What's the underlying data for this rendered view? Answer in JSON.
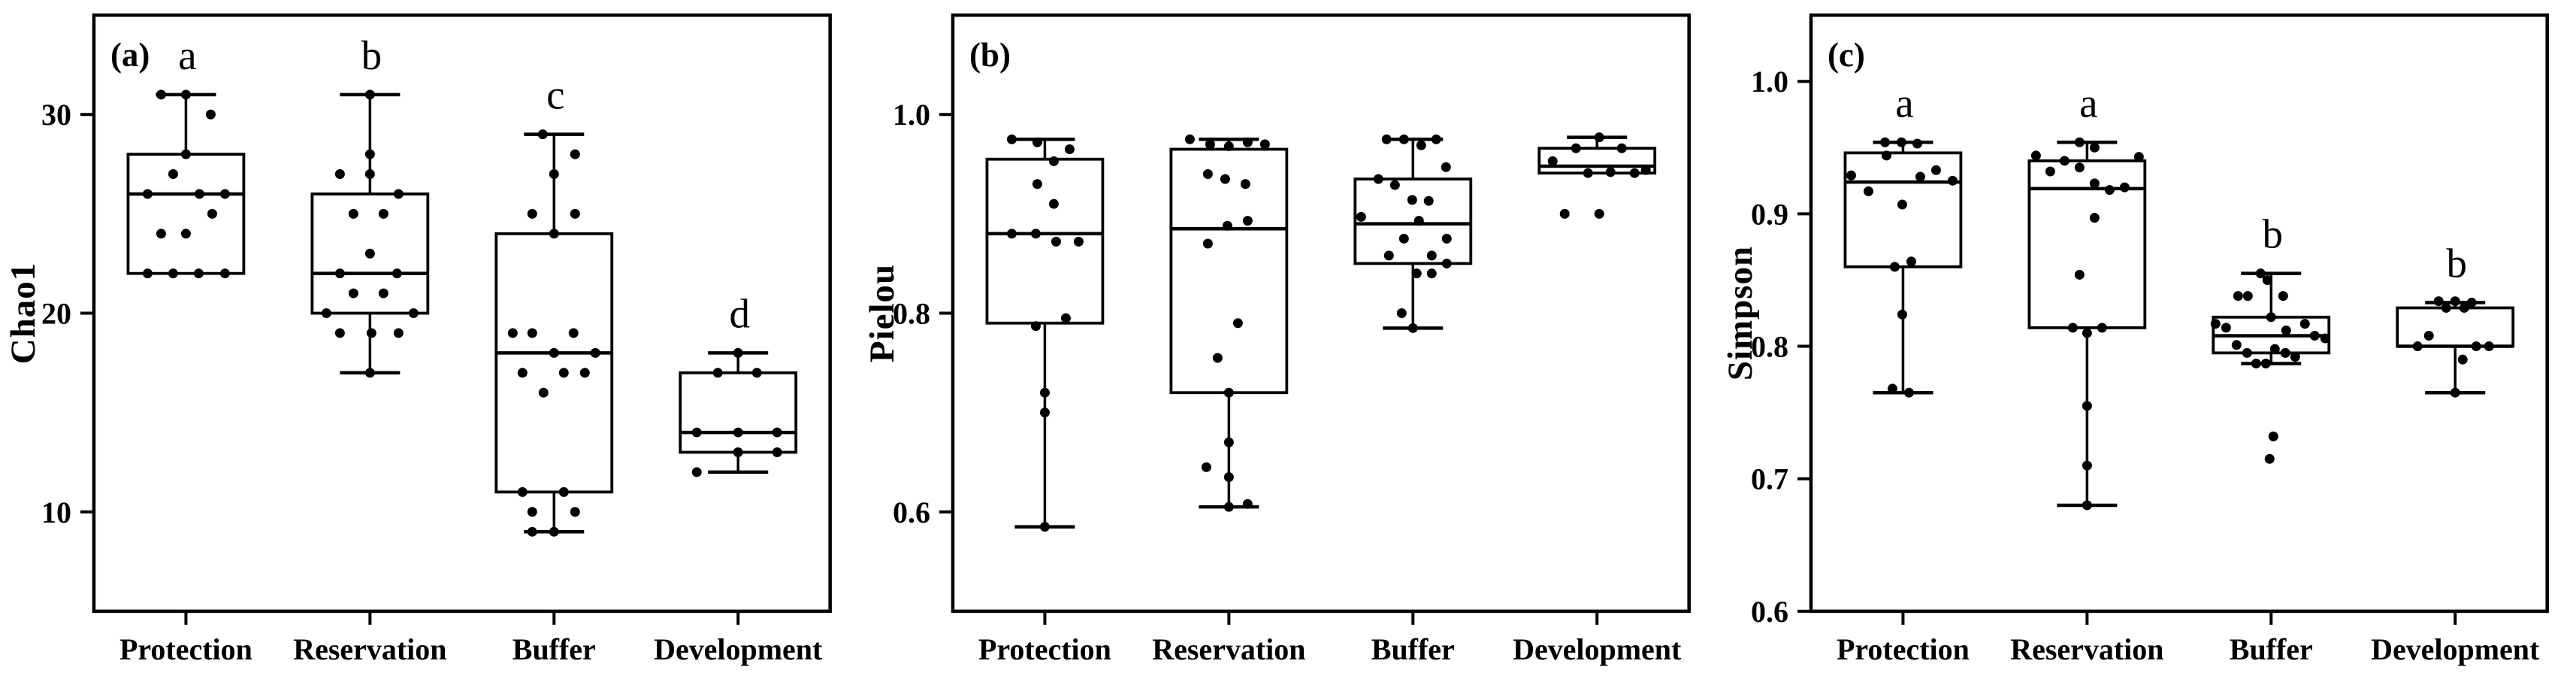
{
  "figure": {
    "background_color": "#ffffff",
    "ink_color": "#000000",
    "panel_count": 3
  },
  "chart_data": [
    {
      "type": "box",
      "panel_label": "(a)",
      "ylabel": "Chao1",
      "ylim": [
        5,
        35
      ],
      "yticks": [
        10,
        20,
        30
      ],
      "ytick_labels": [
        "10",
        "20",
        "30"
      ],
      "grid": false,
      "categories": [
        "Protection",
        "Reservation",
        "Buffer",
        "Development"
      ],
      "groups": [
        {
          "category": "Protection",
          "sig_letter": "a",
          "box": {
            "q1": 22,
            "median": 26,
            "q3": 28,
            "whisker_low": 22,
            "whisker_high": 31
          },
          "points": [
            [
              -33,
              31
            ],
            [
              0,
              31
            ],
            [
              33,
              30
            ],
            [
              0,
              28
            ],
            [
              -17,
              27
            ],
            [
              -51,
              26
            ],
            [
              18,
              26
            ],
            [
              52,
              26
            ],
            [
              35,
              25
            ],
            [
              -33,
              24
            ],
            [
              0,
              24
            ],
            [
              -51,
              22
            ],
            [
              -17,
              22
            ],
            [
              17,
              22
            ],
            [
              52,
              22
            ]
          ]
        },
        {
          "category": "Reservation",
          "sig_letter": "b",
          "box": {
            "q1": 20,
            "median": 22,
            "q3": 26,
            "whisker_low": 17,
            "whisker_high": 31
          },
          "points": [
            [
              0,
              31
            ],
            [
              0,
              28
            ],
            [
              -40,
              27
            ],
            [
              0,
              27
            ],
            [
              38,
              26
            ],
            [
              -22,
              25
            ],
            [
              18,
              25
            ],
            [
              0,
              23
            ],
            [
              -40,
              22
            ],
            [
              36,
              22
            ],
            [
              -22,
              21
            ],
            [
              18,
              21
            ],
            [
              -58,
              20
            ],
            [
              58,
              20
            ],
            [
              -40,
              19
            ],
            [
              2,
              19
            ],
            [
              38,
              19
            ],
            [
              0,
              17
            ]
          ]
        },
        {
          "category": "Buffer",
          "sig_letter": "c",
          "box": {
            "q1": 11,
            "median": 18,
            "q3": 24,
            "whisker_low": 9,
            "whisker_high": 29
          },
          "points": [
            [
              -15,
              29
            ],
            [
              28,
              28
            ],
            [
              0,
              27
            ],
            [
              -29,
              25
            ],
            [
              28,
              25
            ],
            [
              0,
              24
            ],
            [
              -55,
              19
            ],
            [
              -29,
              19
            ],
            [
              26,
              19
            ],
            [
              0,
              18
            ],
            [
              55,
              18
            ],
            [
              -42,
              17
            ],
            [
              13,
              17
            ],
            [
              41,
              17
            ],
            [
              -14,
              16
            ],
            [
              -42,
              11
            ],
            [
              13,
              11
            ],
            [
              -29,
              10
            ],
            [
              28,
              10
            ],
            [
              -29,
              9
            ],
            [
              0,
              9
            ]
          ]
        },
        {
          "category": "Development",
          "sig_letter": "d",
          "box": {
            "q1": 13,
            "median": 14,
            "q3": 17,
            "whisker_low": 12,
            "whisker_high": 18
          },
          "points": [
            [
              0,
              18
            ],
            [
              -27,
              17
            ],
            [
              25,
              17
            ],
            [
              -55,
              14
            ],
            [
              0,
              14
            ],
            [
              52,
              14
            ],
            [
              0,
              13
            ],
            [
              52,
              13
            ],
            [
              -55,
              12
            ]
          ]
        }
      ]
    },
    {
      "type": "box",
      "panel_label": "(b)",
      "ylabel": "Pielou",
      "ylim": [
        0.5,
        1.1
      ],
      "yticks": [
        0.6,
        0.8,
        1.0
      ],
      "ytick_labels": [
        "0.6",
        "0.8",
        "1.0"
      ],
      "grid": false,
      "categories": [
        "Protection",
        "Reservation",
        "Buffer",
        "Development"
      ],
      "groups": [
        {
          "category": "Protection",
          "sig_letter": "",
          "box": {
            "q1": 0.79,
            "median": 0.88,
            "q3": 0.955,
            "whisker_low": 0.585,
            "whisker_high": 0.975
          },
          "points": [
            [
              -44,
              0.975
            ],
            [
              -10,
              0.972
            ],
            [
              33,
              0.965
            ],
            [
              12,
              0.953
            ],
            [
              -10,
              0.93
            ],
            [
              12,
              0.91
            ],
            [
              -44,
              0.88
            ],
            [
              -12,
              0.88
            ],
            [
              15,
              0.872
            ],
            [
              45,
              0.872
            ],
            [
              28,
              0.795
            ],
            [
              -12,
              0.787
            ],
            [
              0,
              0.72
            ],
            [
              0,
              0.7
            ],
            [
              0,
              0.585
            ]
          ]
        },
        {
          "category": "Reservation",
          "sig_letter": "",
          "box": {
            "q1": 0.72,
            "median": 0.885,
            "q3": 0.965,
            "whisker_low": 0.605,
            "whisker_high": 0.975
          },
          "points": [
            [
              -52,
              0.975
            ],
            [
              -25,
              0.97
            ],
            [
              0,
              0.968
            ],
            [
              25,
              0.972
            ],
            [
              48,
              0.97
            ],
            [
              -28,
              0.94
            ],
            [
              -5,
              0.935
            ],
            [
              22,
              0.93
            ],
            [
              -2,
              0.888
            ],
            [
              25,
              0.893
            ],
            [
              -28,
              0.87
            ],
            [
              12,
              0.79
            ],
            [
              -15,
              0.755
            ],
            [
              0,
              0.72
            ],
            [
              0,
              0.67
            ],
            [
              -30,
              0.645
            ],
            [
              0,
              0.635
            ],
            [
              0,
              0.605
            ],
            [
              25,
              0.608
            ]
          ]
        },
        {
          "category": "Buffer",
          "sig_letter": "",
          "box": {
            "q1": 0.85,
            "median": 0.89,
            "q3": 0.935,
            "whisker_low": 0.785,
            "whisker_high": 0.975
          },
          "points": [
            [
              -35,
              0.975
            ],
            [
              -12,
              0.975
            ],
            [
              31,
              0.975
            ],
            [
              11,
              0.969
            ],
            [
              44,
              0.947
            ],
            [
              -46,
              0.935
            ],
            [
              -24,
              0.929
            ],
            [
              -1,
              0.914
            ],
            [
              21,
              0.913
            ],
            [
              -69,
              0.897
            ],
            [
              8,
              0.893
            ],
            [
              -12,
              0.875
            ],
            [
              45,
              0.875
            ],
            [
              -32,
              0.858
            ],
            [
              25,
              0.858
            ],
            [
              45,
              0.85
            ],
            [
              5,
              0.84
            ],
            [
              25,
              0.84
            ],
            [
              -15,
              0.8
            ],
            [
              0,
              0.785
            ]
          ]
        },
        {
          "category": "Development",
          "sig_letter": "",
          "box": {
            "q1": 0.941,
            "median": 0.948,
            "q3": 0.966,
            "whisker_low": 0.941,
            "whisker_high": 0.977
          },
          "points": [
            [
              3,
              0.977
            ],
            [
              -28,
              0.966
            ],
            [
              33,
              0.966
            ],
            [
              -59,
              0.953
            ],
            [
              -12,
              0.941
            ],
            [
              18,
              0.942
            ],
            [
              50,
              0.941
            ],
            [
              65,
              0.944
            ],
            [
              -43,
              0.9
            ],
            [
              3,
              0.9
            ]
          ]
        }
      ]
    },
    {
      "type": "box",
      "panel_label": "(c)",
      "ylabel": "Simpson",
      "ylim": [
        0.6,
        1.05
      ],
      "yticks": [
        0.6,
        0.7,
        0.8,
        0.9,
        1.0
      ],
      "ytick_labels": [
        "0.6",
        "0.7",
        "0.8",
        "0.9",
        "1.0"
      ],
      "grid": false,
      "categories": [
        "Protection",
        "Reservation",
        "Buffer",
        "Development"
      ],
      "groups": [
        {
          "category": "Protection",
          "sig_letter": "a",
          "box": {
            "q1": 0.86,
            "median": 0.924,
            "q3": 0.946,
            "whisker_low": 0.765,
            "whisker_high": 0.954
          },
          "points": [
            [
              -24,
              0.954
            ],
            [
              -2,
              0.954
            ],
            [
              19,
              0.953
            ],
            [
              -22,
              0.944
            ],
            [
              -69,
              0.929
            ],
            [
              23,
              0.928
            ],
            [
              44,
              0.933
            ],
            [
              66,
              0.925
            ],
            [
              -46,
              0.917
            ],
            [
              -1,
              0.907
            ],
            [
              -11,
              0.86
            ],
            [
              11,
              0.864
            ],
            [
              -1,
              0.824
            ],
            [
              -14,
              0.768
            ],
            [
              8,
              0.765
            ]
          ]
        },
        {
          "category": "Reservation",
          "sig_letter": "a",
          "box": {
            "q1": 0.814,
            "median": 0.919,
            "q3": 0.94,
            "whisker_low": 0.68,
            "whisker_high": 0.954
          },
          "points": [
            [
              -10,
              0.954
            ],
            [
              10,
              0.95
            ],
            [
              -68,
              0.944
            ],
            [
              -30,
              0.94
            ],
            [
              69,
              0.943
            ],
            [
              -49,
              0.932
            ],
            [
              -10,
              0.935
            ],
            [
              10,
              0.923
            ],
            [
              30,
              0.918
            ],
            [
              50,
              0.92
            ],
            [
              10,
              0.897
            ],
            [
              -10,
              0.854
            ],
            [
              -19,
              0.814
            ],
            [
              20,
              0.814
            ],
            [
              0,
              0.81
            ],
            [
              0,
              0.755
            ],
            [
              0,
              0.71
            ],
            [
              0,
              0.68
            ]
          ]
        },
        {
          "category": "Buffer",
          "sig_letter": "b",
          "box": {
            "q1": 0.795,
            "median": 0.808,
            "q3": 0.822,
            "whisker_low": 0.787,
            "whisker_high": 0.855
          },
          "points": [
            [
              -14,
              0.855
            ],
            [
              -5,
              0.85
            ],
            [
              -44,
              0.838
            ],
            [
              -31,
              0.838
            ],
            [
              16,
              0.838
            ],
            [
              0,
              0.822
            ],
            [
              -74,
              0.817
            ],
            [
              -60,
              0.814
            ],
            [
              20,
              0.812
            ],
            [
              45,
              0.817
            ],
            [
              58,
              0.808
            ],
            [
              72,
              0.806
            ],
            [
              -46,
              0.801
            ],
            [
              -32,
              0.795
            ],
            [
              5,
              0.798
            ],
            [
              19,
              0.795
            ],
            [
              32,
              0.792
            ],
            [
              -20,
              0.787
            ],
            [
              -7,
              0.787
            ],
            [
              3,
              0.732
            ],
            [
              -2,
              0.715
            ]
          ]
        },
        {
          "category": "Development",
          "sig_letter": "b",
          "box": {
            "q1": 0.8,
            "median": 0.8,
            "q3": 0.829,
            "whisker_low": 0.765,
            "whisker_high": 0.833
          },
          "points": [
            [
              -22,
              0.834
            ],
            [
              0,
              0.834
            ],
            [
              22,
              0.833
            ],
            [
              -12,
              0.829
            ],
            [
              12,
              0.829
            ],
            [
              -35,
              0.808
            ],
            [
              -50,
              0.8
            ],
            [
              28,
              0.8
            ],
            [
              45,
              0.8
            ],
            [
              10,
              0.79
            ],
            [
              0,
              0.765
            ]
          ]
        }
      ]
    }
  ]
}
